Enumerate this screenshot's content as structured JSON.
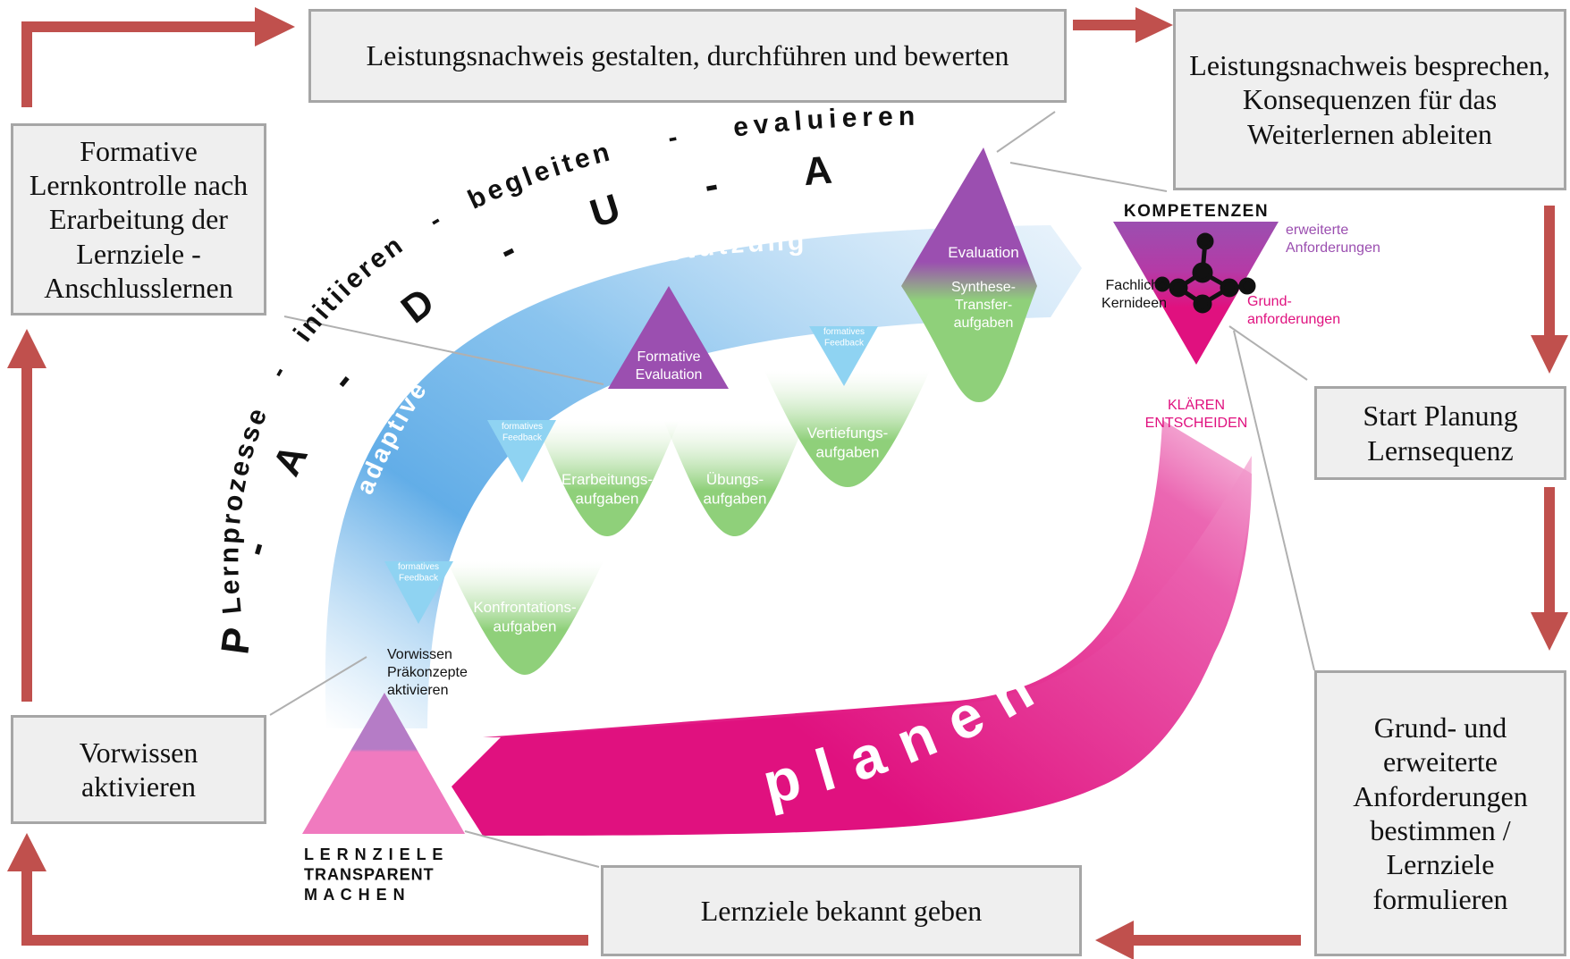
{
  "colors": {
    "arrow_red": "#c0504d",
    "box_fill": "#efefef",
    "box_border": "#a6a6a6",
    "blue": "#5aa9e6",
    "magenta": "#e0117f",
    "pink": "#f07abf",
    "purple": "#9b4fb0",
    "green": "#8fd07a",
    "light_blue": "#8fd3f2",
    "white": "#ffffff"
  },
  "boxes": {
    "top_center": "Leistungsnachweis gestalten, durchführen und bewerten",
    "top_right": "Leistungsnachweis besprechen, Konsequenzen für das Weiterlernen ableiten",
    "left_top": "Formative Lernkontrolle nach Erarbeitung der Lernziele - Anschlusslernen",
    "left_bottom": "Vorwissen aktivieren",
    "right_middle": "Start Planung Lernsequenz",
    "right_bottom": "Grund- und erweiterte Anforderungen bestimmen / Lernziele formulieren",
    "bottom_center": "Lernziele bekannt geben"
  },
  "arc_words": {
    "lernprozesse": "Lernprozesse",
    "dash1": "-",
    "initiieren": "initiieren",
    "dash2": "-",
    "begleiten": "begleiten",
    "dash3": "-",
    "evaluieren": "evaluieren"
  },
  "padua": {
    "p": "P",
    "d1": "-",
    "a1": "A",
    "d2": "-",
    "d": "D",
    "d3": "-",
    "u": "U",
    "d4": "-",
    "a2": "A"
  },
  "band_labels": {
    "lernunterstuetzung": "Lernunterstützung",
    "adaptive": "adaptive",
    "planen": "planen"
  },
  "tasks": {
    "konfrontation": "Konfrontations-\naufgaben",
    "erarbeitung": "Erarbeitungs-\naufgaben",
    "uebung": "Übungs-\naufgaben",
    "vertiefung": "Vertiefungs-\naufgaben",
    "evaluation": "Evaluation",
    "synthese": "Synthese-\nTransfer-\naufgaben",
    "formative_evaluation": "Formative\nEvaluation"
  },
  "feedback": {
    "f1": "formatives\nFeedback",
    "f2": "formatives\nFeedback",
    "f3": "formatives\nFeedback"
  },
  "competence": {
    "title": "KOMPETENZEN",
    "erweiterte": "erweiterte\nAnforderungen",
    "grund": "Grund-\nanforderungen",
    "fachliche": "Fachliche\nKernideen",
    "klaeren": "KLÄREN\nENTSCHEIDEN"
  },
  "vorwissen_label": "Vorwissen\nPräkonzepte\naktivieren",
  "lernziele_label": "L E R N Z I E L E\nTRANSPARENT\nM A C H E N"
}
